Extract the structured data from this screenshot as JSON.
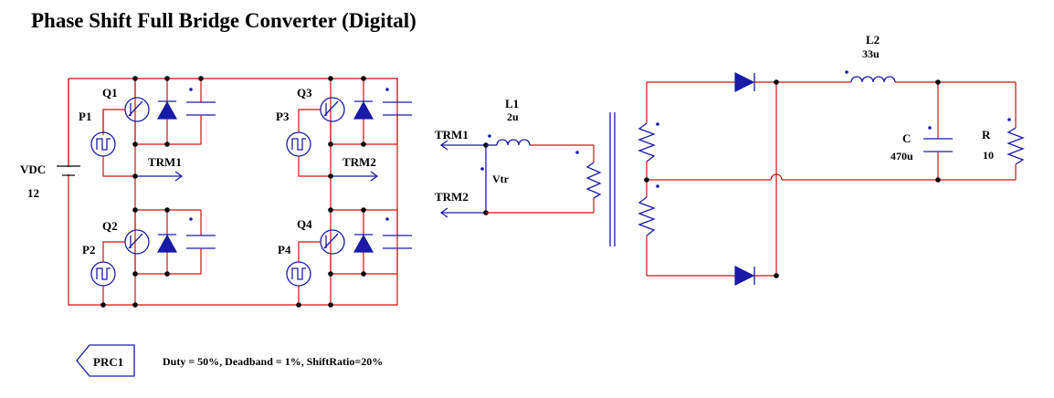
{
  "title": "Phase Shift Full Bridge Converter (Digital)",
  "components": {
    "vdc": {
      "name": "VDC",
      "value": "12"
    },
    "q1": "Q1",
    "q2": "Q2",
    "q3": "Q3",
    "q4": "Q4",
    "p1": "P1",
    "p2": "P2",
    "p3": "P3",
    "p4": "P4",
    "l1": {
      "name": "L1",
      "value": "2u"
    },
    "l2": {
      "name": "L2",
      "value": "33u"
    },
    "c": {
      "name": "C",
      "value": "470u"
    },
    "r": {
      "name": "R",
      "value": "10"
    },
    "vtr": "Vtr",
    "prc": "PRC1"
  },
  "nets": {
    "trm1_left": "TRM1",
    "trm2_left": "TRM2",
    "trm1_right": "TRM1",
    "trm2_right": "TRM2"
  },
  "params": "Duty = 50%, Deadband = 1%, ShiftRatio=20%",
  "colors": {
    "wire": "#d01010",
    "symbol": "#1a1aa8",
    "node": "#000000"
  }
}
